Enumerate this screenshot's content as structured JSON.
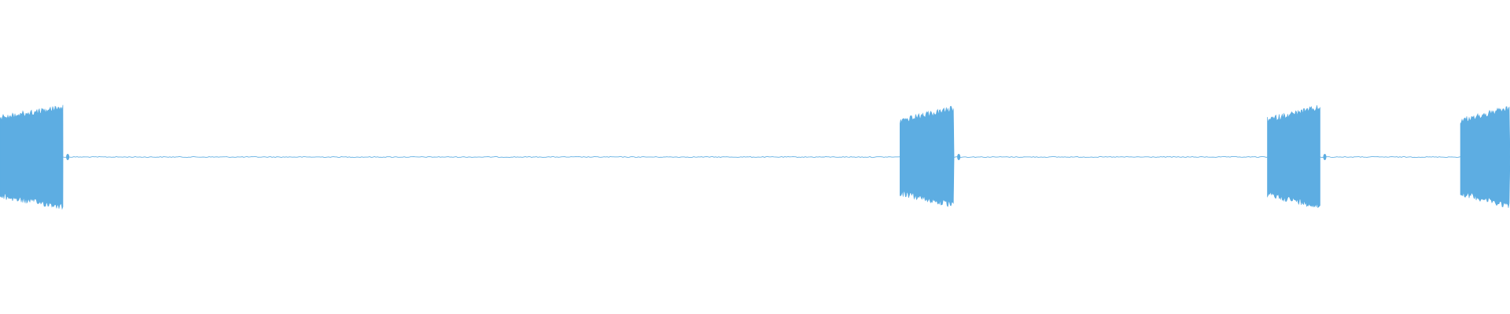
{
  "waveform": {
    "color": "#5dade2",
    "background": "#ffffff",
    "bursts": [
      {
        "start": 0.0,
        "end": 0.0417,
        "amp_start": 0.76,
        "amp_end": 0.96
      },
      {
        "start": 0.596,
        "end": 0.6318,
        "amp_start": 0.7,
        "amp_end": 0.94
      },
      {
        "start": 0.8393,
        "end": 0.8742,
        "amp_start": 0.72,
        "amp_end": 0.96
      },
      {
        "start": 0.9672,
        "end": 1.0,
        "amp_start": 0.7,
        "amp_end": 0.95
      }
    ],
    "baseline_noise_level": 0.012
  }
}
